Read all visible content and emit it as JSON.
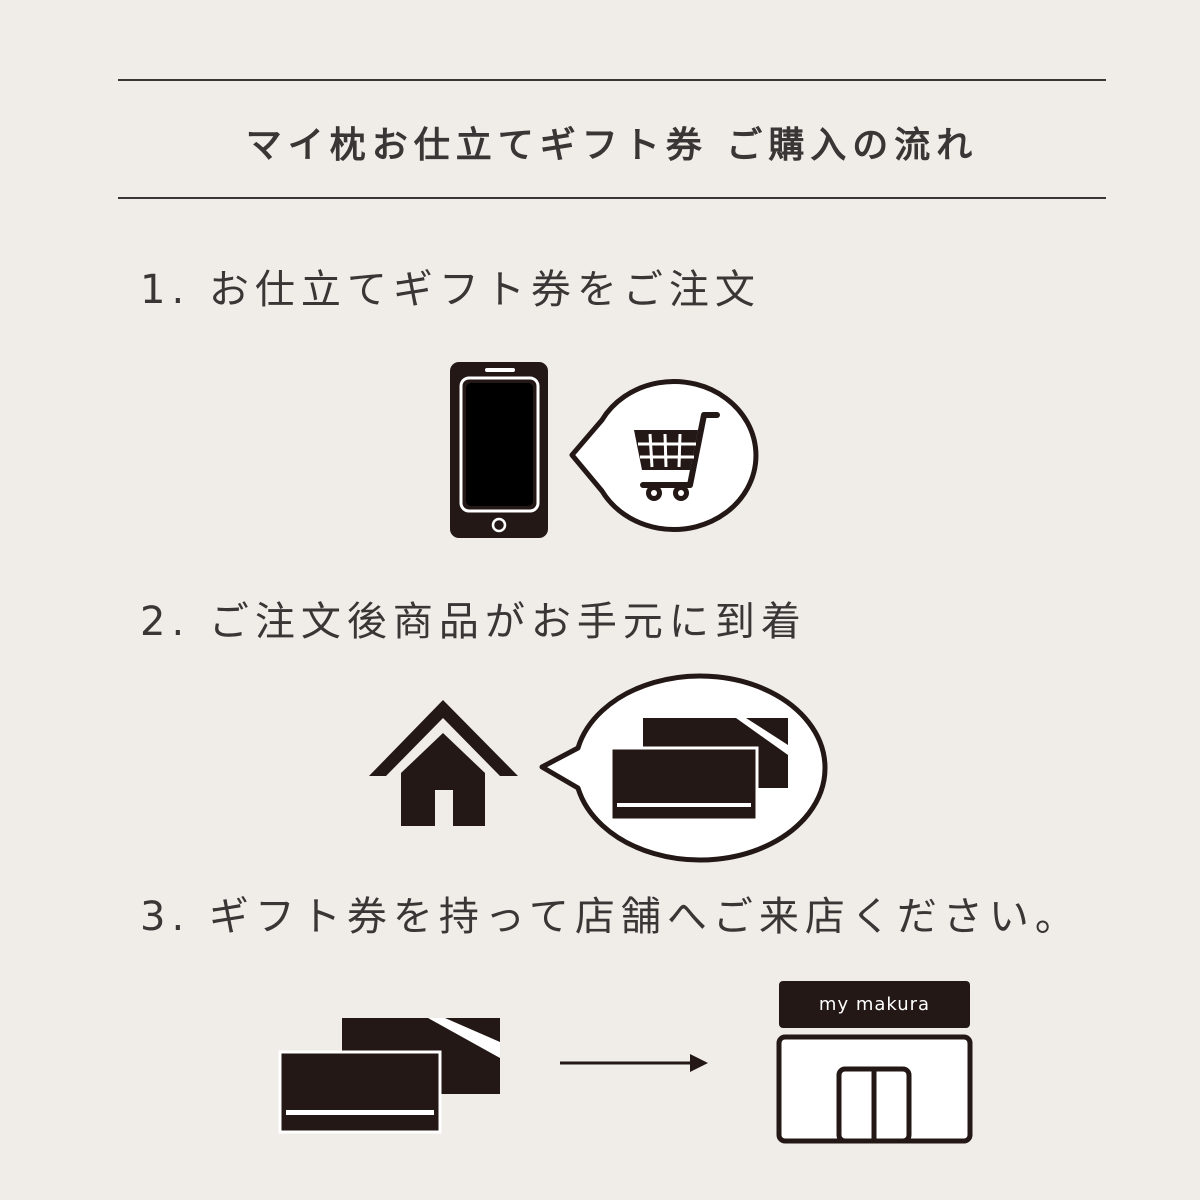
{
  "title": "マイ枕お仕立てギフト券 ご購入の流れ",
  "steps": [
    {
      "label": "1. お仕立てギフト券をご注文",
      "icons": [
        "smartphone-icon",
        "shopping-cart-icon"
      ]
    },
    {
      "label": "2. ご注文後商品がお手元に到着",
      "icons": [
        "house-icon",
        "gift-ticket-icon"
      ]
    },
    {
      "label": "3. ギフト券を持って店舗へご来店ください。",
      "icons": [
        "gift-ticket-icon",
        "arrow-right-icon",
        "store-icon"
      ]
    }
  ],
  "store": {
    "sign": "my makura"
  },
  "colors": {
    "background": "#f0ede8",
    "text": "#3a3636",
    "icon": "#231815"
  }
}
